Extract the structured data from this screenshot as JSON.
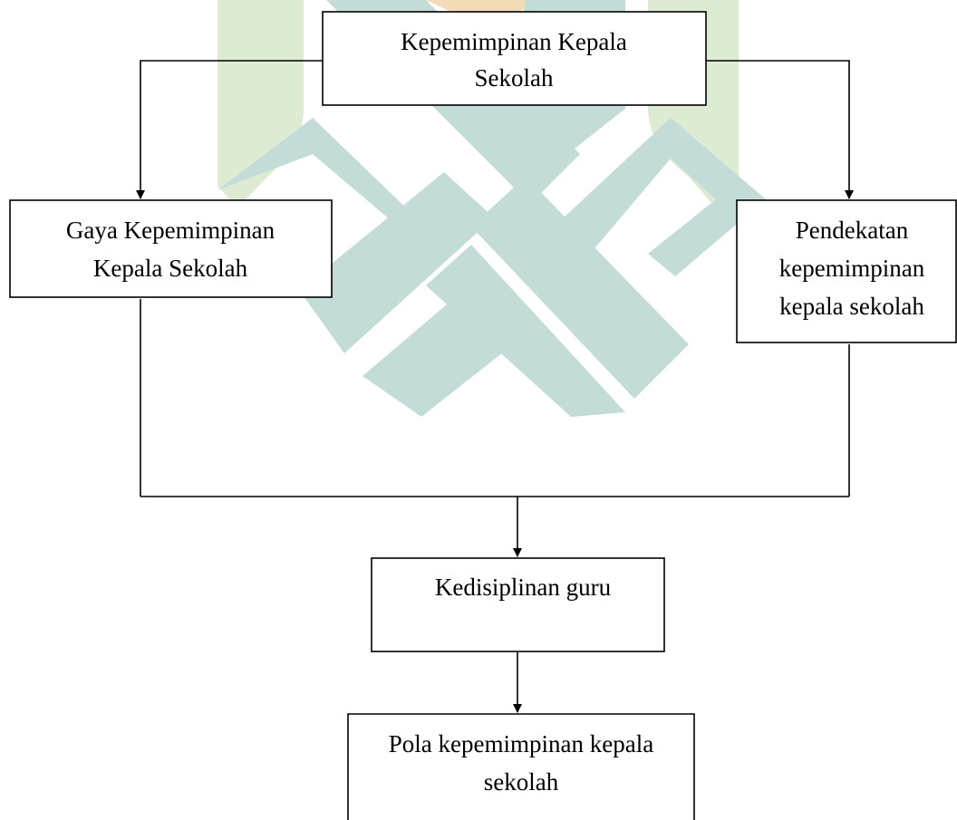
{
  "colors": {
    "watermark_teal": "#c3dcd8",
    "watermark_green": "#dcebd2",
    "watermark_orange": "#f2dcb8",
    "line": "#000000",
    "box_fill": "#ffffff"
  },
  "watermark": {
    "name": "university-logo-watermark"
  },
  "nodes": {
    "top": {
      "line1": "Kepemimpinan Kepala",
      "line2": "Sekolah"
    },
    "left": {
      "line1": "Gaya Kepemimpinan",
      "line2": "Kepala Sekolah"
    },
    "right": {
      "line1": "Pendekatan",
      "line2": "kepemimpinan",
      "line3": "kepala sekolah"
    },
    "middle": {
      "line1": "Kedisiplinan guru"
    },
    "bottom": {
      "line1": "Pola kepemimpinan kepala",
      "line2": "sekolah"
    }
  }
}
